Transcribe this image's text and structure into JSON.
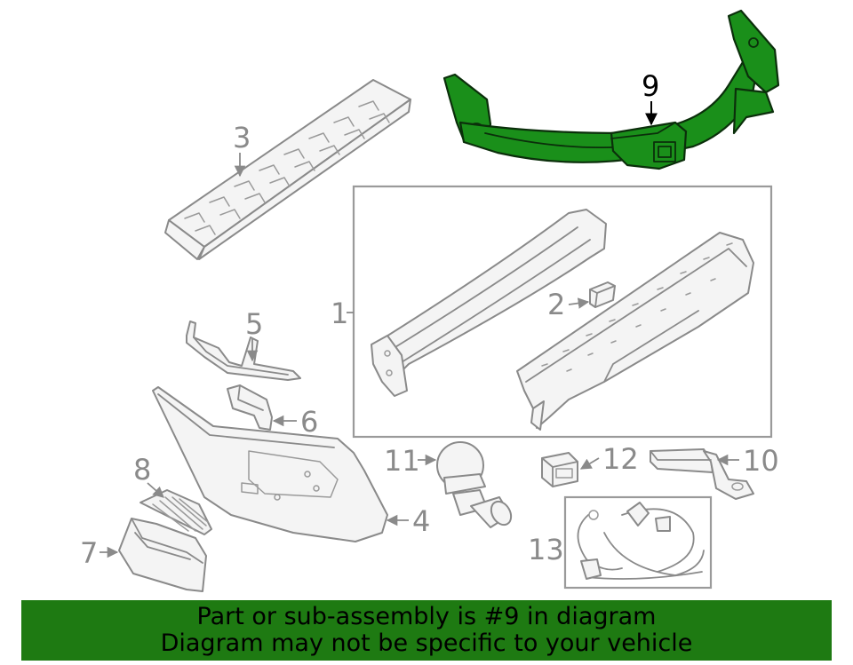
{
  "diagram": {
    "highlight_color": "#1a8f1a",
    "banner_color": "#1e7a12",
    "callouts": {
      "c1": "1",
      "c2": "2",
      "c3": "3",
      "c4": "4",
      "c5": "5",
      "c6": "6",
      "c7": "7",
      "c8": "8",
      "c9": "9",
      "c10": "10",
      "c11": "11",
      "c12": "12",
      "c13": "13"
    }
  },
  "banner": {
    "line1": "Part or sub-assembly is #9 in diagram",
    "line2": "Diagram may not be specific to your vehicle"
  }
}
